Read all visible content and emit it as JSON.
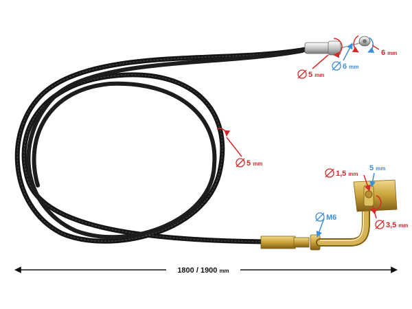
{
  "product": {
    "overall_length": {
      "value": "1800 / 1900",
      "unit": "mm"
    },
    "callouts": [
      {
        "id": "outer-end",
        "value": "5",
        "unit": "mm",
        "kind": "diameter",
        "color": "#d42a2a"
      },
      {
        "id": "wire",
        "value": "6",
        "unit": "mm",
        "kind": "diameter",
        "color": "#3a8fd8"
      },
      {
        "id": "barrel-length",
        "value": "6",
        "unit": "mm",
        "kind": "length",
        "color": "#d42a2a"
      },
      {
        "id": "housing",
        "value": "5",
        "unit": "mm",
        "kind": "diameter",
        "color": "#d42a2a"
      },
      {
        "id": "inner-wire",
        "value": "1,5",
        "unit": "mm",
        "kind": "diameter",
        "color": "#d42a2a"
      },
      {
        "id": "nipple",
        "value": "5",
        "unit": "mm",
        "kind": "length",
        "color": "#3a8fd8"
      },
      {
        "id": "thread",
        "value": "M6",
        "unit": "",
        "kind": "diameter",
        "color": "#3a8fd8"
      },
      {
        "id": "slot",
        "value": "3,5",
        "unit": "mm",
        "kind": "diameter",
        "color": "#d42a2a"
      }
    ],
    "colors": {
      "cable": "#1c1c1c",
      "brass": "#c9a13a",
      "red": "#d42a2a",
      "blue": "#3a8fd8"
    },
    "icons": [
      "diameter-icon",
      "rotation-arrow-icon",
      "dimension-arrow-icon"
    ]
  }
}
